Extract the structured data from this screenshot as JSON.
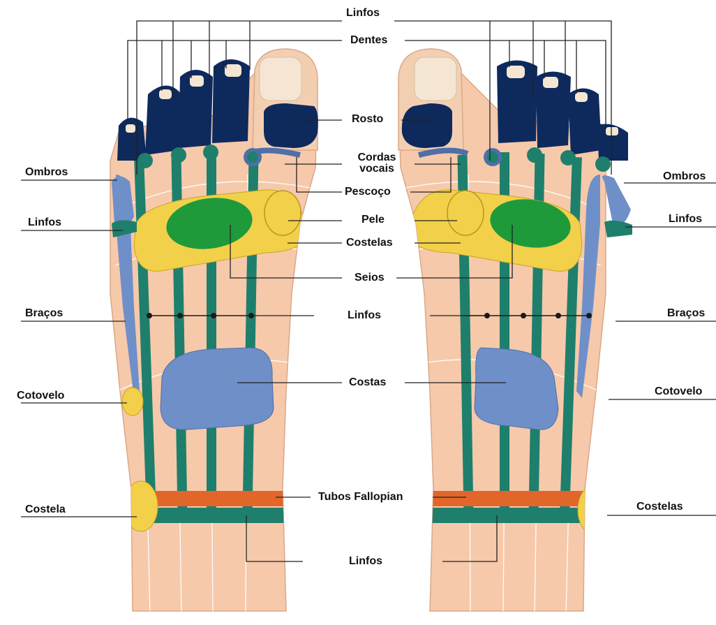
{
  "colors": {
    "skin": "#f6c9aa",
    "skin_line": "#e9b798",
    "toe_navy": "#0e2a5c",
    "big_toe": "#f3cfb2",
    "nail": "#f4e6d2",
    "meridian": "#1e7f6c",
    "meridian_dark": "#155f51",
    "yellow": "#f3d04a",
    "green": "#1f9a3a",
    "blue": "#6f8fc9",
    "orange": "#e2662a",
    "leader": "#222222"
  },
  "labels": {
    "center": {
      "linfos_top": "Linfos",
      "dentes": "Dentes",
      "rosto": "Rosto",
      "cordas_vocais": "Cordas vocais",
      "cordas": "Cordas",
      "vocais": "vocais",
      "pescoco": "Pescoço",
      "pele": "Pele",
      "costelas": "Costelas",
      "seios": "Seios",
      "linfos_mid": "Linfos",
      "costas": "Costas",
      "tubos_fallopian": "Tubos Fallopian",
      "linfos_bottom": "Linfos"
    },
    "left": {
      "ombros": "Ombros",
      "linfos": "Linfos",
      "bracos": "Braços",
      "cotovelo": "Cotovelo",
      "costela": "Costela"
    },
    "right": {
      "ombros": "Ombros",
      "linfos": "Linfos",
      "bracos": "Braços",
      "cotovelo": "Cotovelo",
      "costelas": "Costelas"
    }
  }
}
